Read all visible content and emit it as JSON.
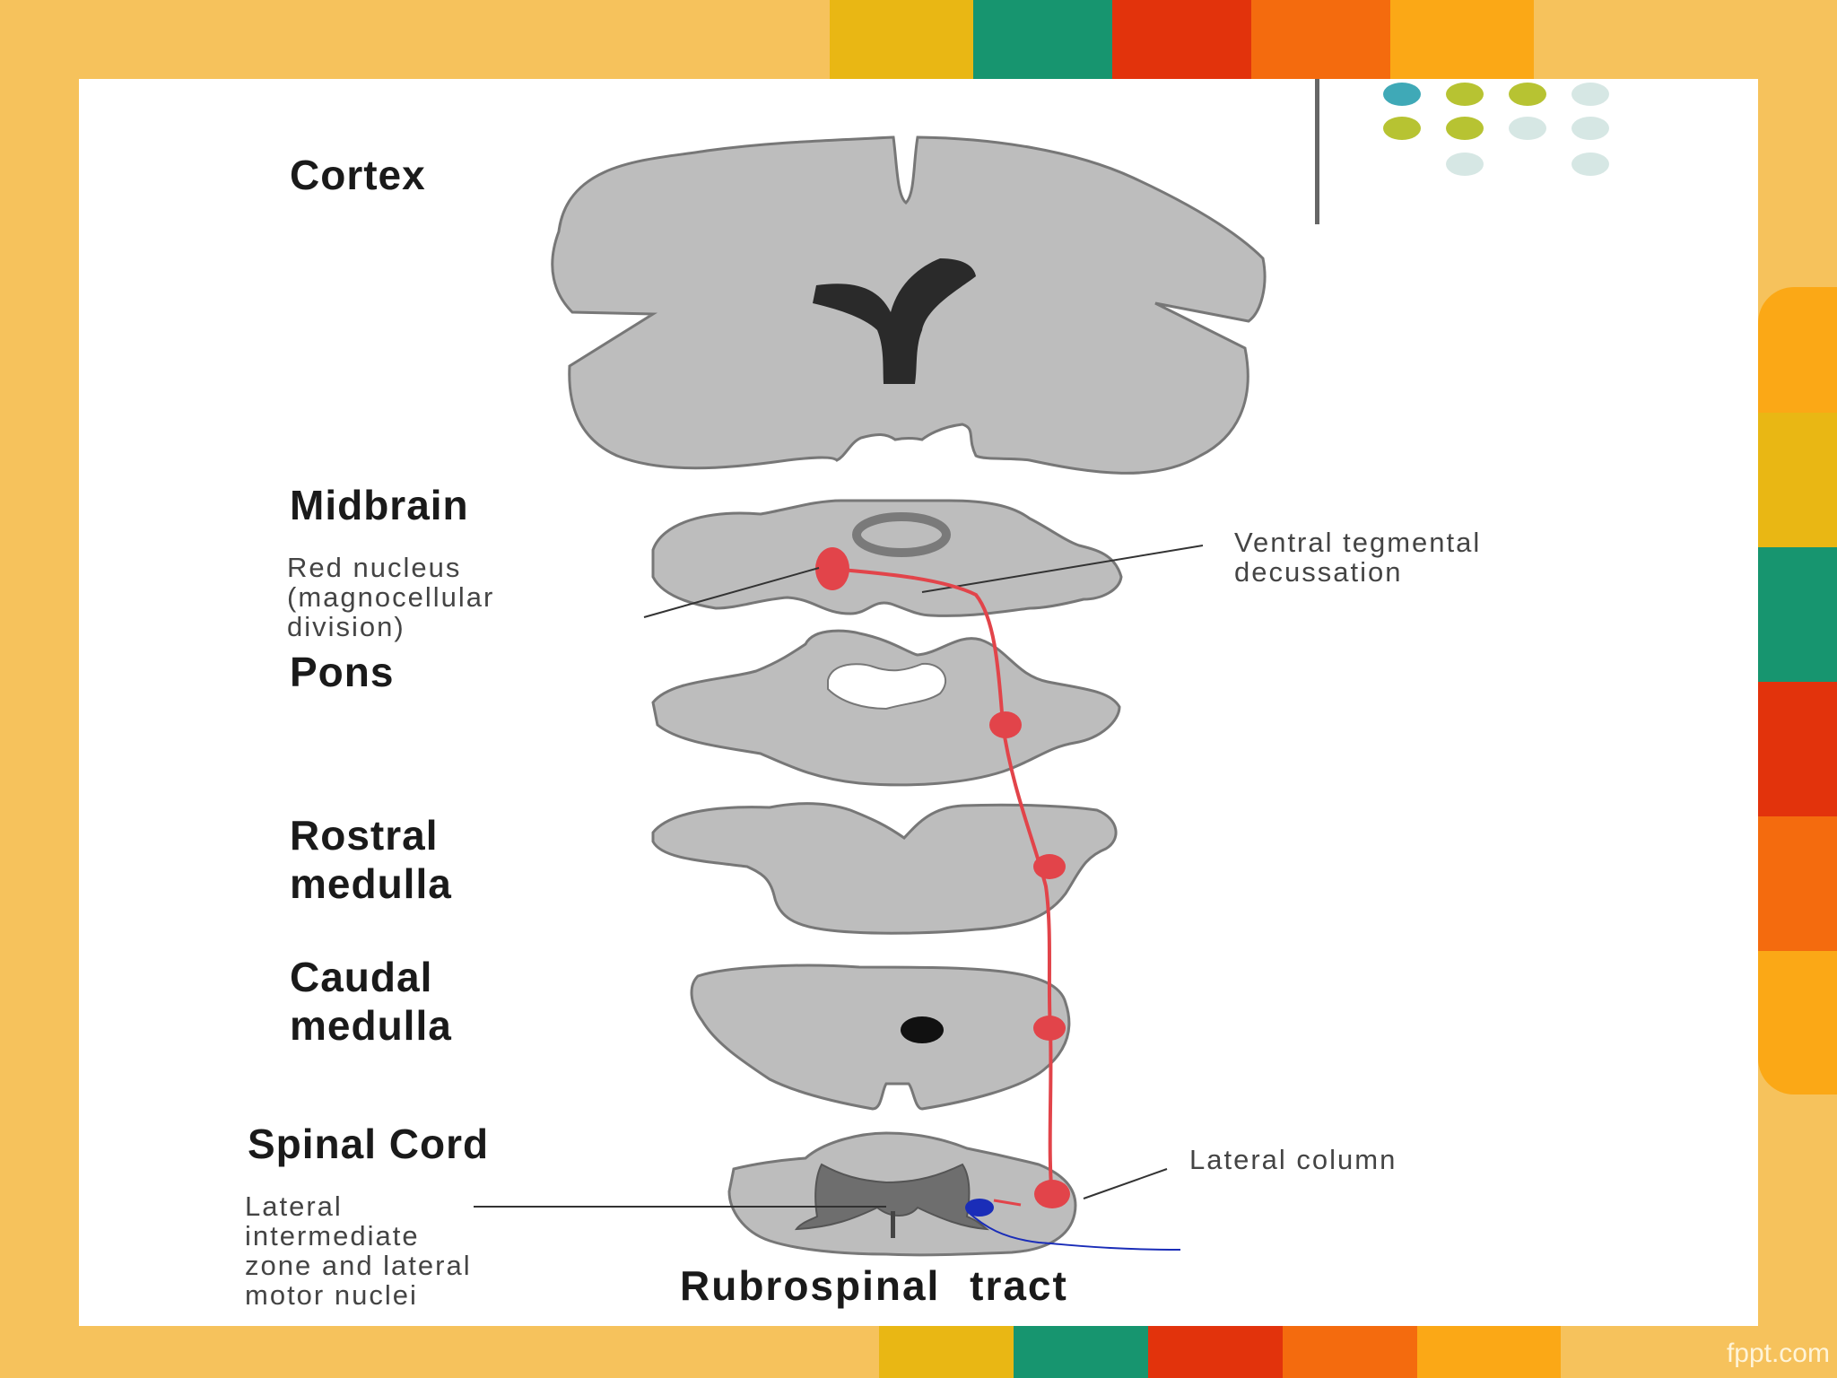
{
  "colors": {
    "background": "#F6C25C",
    "stripe_yellow": "#E9B714",
    "stripe_green": "#17956F",
    "stripe_red": "#E2330C",
    "stripe_orange": "#F46B0E",
    "stripe_amber": "#FBA816",
    "tissue_gray": "#BDBDBD",
    "tract_red": "#E2444A",
    "neuron_blue": "#1A2DB8"
  },
  "labels": {
    "cortex": "Cortex",
    "midbrain": "Midbrain",
    "red_nucleus": [
      "Red nucleus",
      "(magnocellular",
      "division)"
    ],
    "ventral_decussation": [
      "Ventral tegmental",
      "decussation"
    ],
    "pons": "Pons",
    "rostral_medulla": [
      "Rostral",
      "medulla"
    ],
    "caudal_medulla": [
      "Caudal",
      "medulla"
    ],
    "spinal_cord": "Spinal Cord",
    "lateral_column": "Lateral column",
    "lateral_zone": [
      "Lateral",
      "intermediate",
      "zone and lateral",
      "motor nuclei"
    ],
    "title": "Rubrospinal tract"
  },
  "footer": {
    "brand": "fppt.com"
  }
}
